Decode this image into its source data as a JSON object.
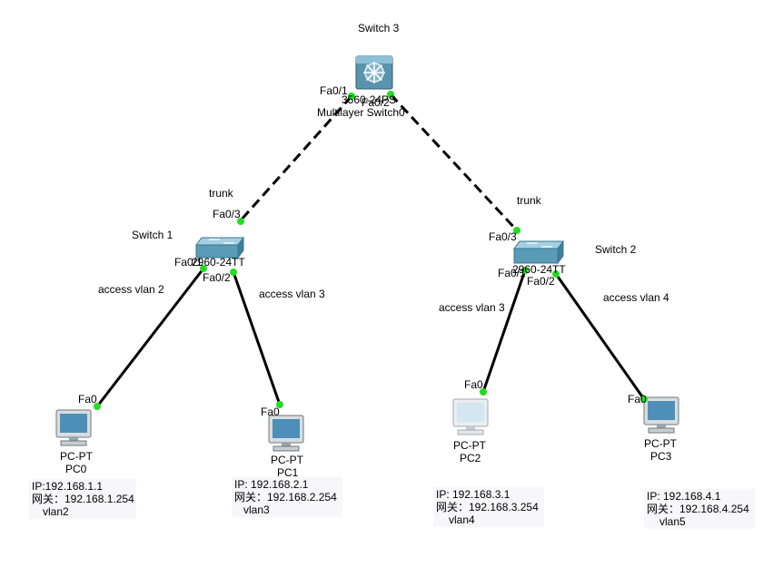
{
  "switch3": {
    "label": "Switch 3",
    "model_text": "3560-24PS",
    "name_text": "Multilayer Switch0",
    "port_left": "Fa0/1",
    "port_right": "Fa0/2"
  },
  "switch1": {
    "label": "Switch 1",
    "model_text": "2960-24TT",
    "port_up": "Fa0/3",
    "port_left": "Fa0/1",
    "port_right": "Fa0/2"
  },
  "switch2": {
    "label": "Switch 2",
    "model_text": "2960-24TT",
    "port_up": "Fa0/3",
    "port_left": "Fa0/1",
    "port_right": "Fa0/2"
  },
  "links": {
    "trunk_left": "trunk",
    "trunk_right": "trunk",
    "pc0": "access vlan 2",
    "pc1": "access vlan 3",
    "pc2": "access vlan 3",
    "pc3": "access vlan 4"
  },
  "pcs": [
    {
      "type": "PC-PT",
      "name": "PC0",
      "port": "Fa0",
      "ip": "IP:192.168.1.1",
      "gw": "网关：192.168.1.254",
      "vlan": "vlan2"
    },
    {
      "type": "PC-PT",
      "name": "PC1",
      "port": "Fa0",
      "ip": "IP:  192.168.2.1",
      "gw": "网关：192.168.2.254",
      "vlan": "vlan3"
    },
    {
      "type": "PC-PT",
      "name": "PC2",
      "port": "Fa0",
      "ip": "IP:  192.168.3.1",
      "gw": "网关：192.168.3.254",
      "vlan": "vlan4"
    },
    {
      "type": "PC-PT",
      "name": "PC3",
      "port": "Fa0",
      "ip": "IP: 192.168.4.1",
      "gw": "网关：192.168.4.254",
      "vlan": "vlan5"
    }
  ],
  "colors": {
    "link": "#000000",
    "port_dot": "#22dd22",
    "switch_body": "#5a9bb5",
    "pc_screen": "#4d8fb8"
  }
}
